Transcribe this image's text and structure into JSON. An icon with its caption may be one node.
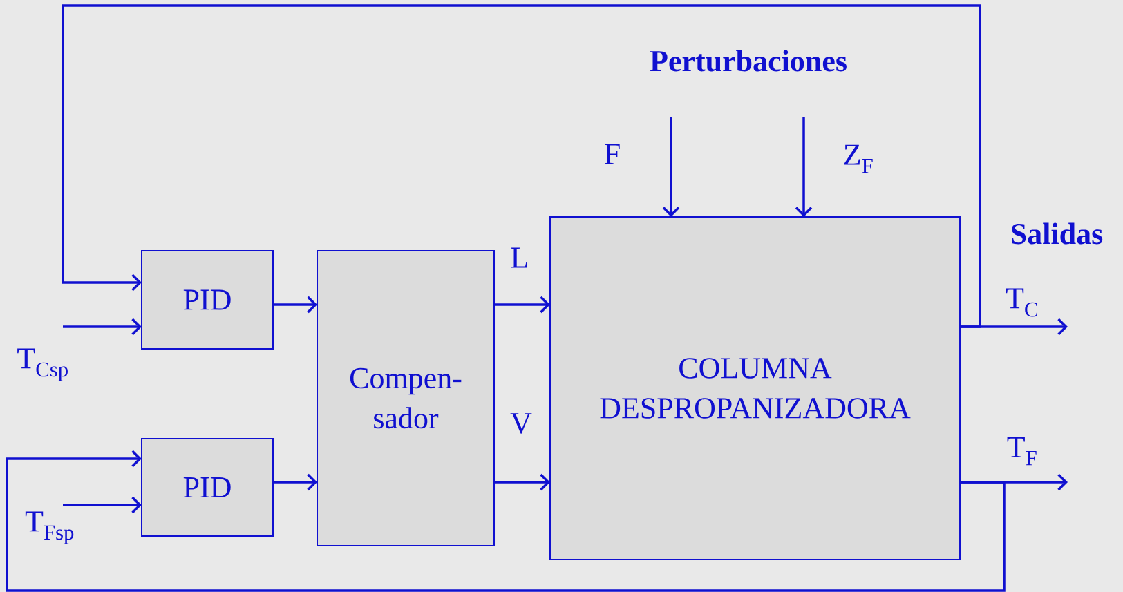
{
  "diagram": {
    "nodes": [
      {
        "text": [
          "PID"
        ]
      },
      {
        "text": [
          "PID"
        ]
      },
      {
        "text": [
          "Compen- sador"
        ]
      },
      {
        "text": [
          "COLUMNA DESPROPANIZADORA"
        ]
      }
    ],
    "edges": [
      {
        "from": null,
        "to": 0,
        "arrow": "to",
        "label": "T$_{Csp}$"
      },
      {
        "from": null,
        "to": 1,
        "arrow": "to",
        "label": "T$_{Fsp}$"
      },
      {
        "from": 0,
        "to": 2,
        "arrow": "to"
      },
      {
        "from": 1,
        "to": 2,
        "arrow": "to"
      },
      {
        "from": 2,
        "to": 3,
        "arrow": "to",
        "label": "L"
      },
      {
        "from": 2,
        "to": 3,
        "arrow": "to",
        "label": "V"
      },
      {
        "from": null,
        "to": 3,
        "arrow": "to",
        "label": "F"
      },
      {
        "from": null,
        "to": 3,
        "arrow": "to",
        "label": "Z$_{F}$"
      },
      {
        "from": 3,
        "to": null,
        "arrow": "to",
        "label": "T$_{C}$"
      },
      {
        "from": 3,
        "to": null,
        "arrow": "to",
        "label": "T$_{F}$"
      },
      {
        "from": 3,
        "to": 0,
        "arrow": "to"
      },
      {
        "from": 3,
        "to": 1,
        "arrow": "to"
      }
    ],
    "labels": [
      "Perturbaciones",
      "Salidas"
    ]
  }
}
